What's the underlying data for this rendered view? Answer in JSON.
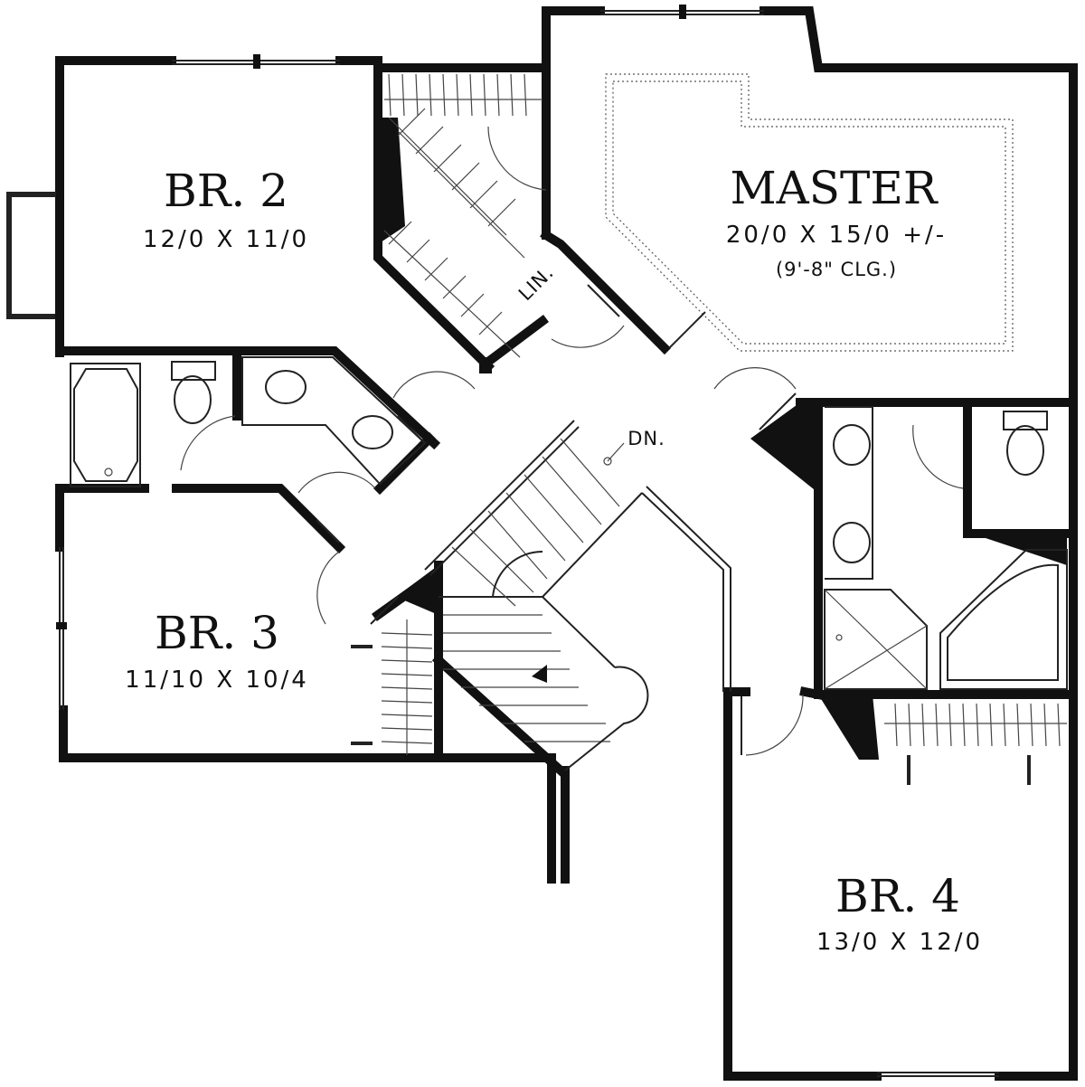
{
  "rooms": {
    "br2": {
      "name": "BR. 2",
      "dims": "12/0 X 11/0"
    },
    "master": {
      "name": "MASTER",
      "dims": "20/0 X 15/0 +/-",
      "ceiling": "(9'-8\" CLG.)"
    },
    "br3": {
      "name": "BR. 3",
      "dims": "11/10 X 10/4"
    },
    "br4": {
      "name": "BR. 4",
      "dims": "13/0 X 12/0"
    }
  },
  "labels": {
    "linen": "LIN.",
    "stair_down": "DN."
  },
  "colors": {
    "walls": "#111111",
    "background": "#ffffff"
  }
}
